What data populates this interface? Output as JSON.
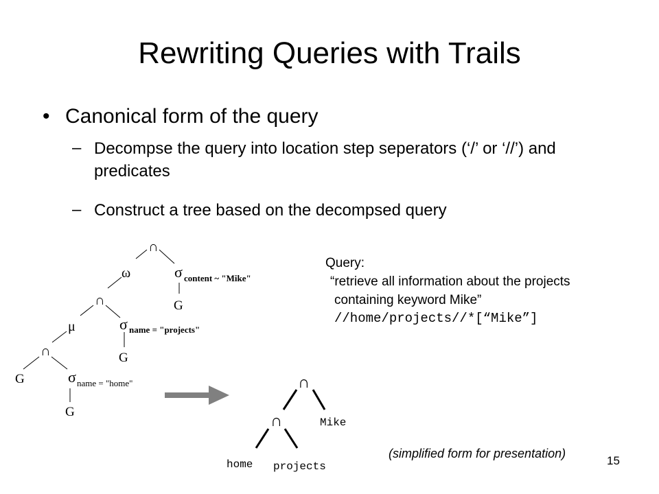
{
  "slide": {
    "title": "Rewriting Queries with Trails",
    "bullet_symbol": "•",
    "dash_symbol": "–",
    "bullet1": "Canonical form of the query",
    "sub1": "Decompse the query into location step seperators (‘/’ or ‘//’) and predicates",
    "sub2": "Construct a tree based on the decompsed query",
    "page_number": "15"
  },
  "query": {
    "label": "Query:",
    "line1": "“retrieve all information about the projects",
    "line2": "containing keyword Mike”",
    "xpath": "//home/projects//*[“Mike”]"
  },
  "original_tree": {
    "intersect": "∩",
    "omega": "ω",
    "mu": "μ",
    "sigma": "σ",
    "g": "G",
    "pred_content": "content ~ \"Mike\"",
    "pred_projects": "name = \"projects\"",
    "pred_home": "name = \"home\""
  },
  "simplified_tree": {
    "intersect": "∩",
    "mike": "Mike",
    "home": "home",
    "projects": "projects"
  },
  "note": "(simplified form for presentation)",
  "colors": {
    "arrow": "#808080",
    "text": "#000000",
    "background": "#ffffff"
  }
}
